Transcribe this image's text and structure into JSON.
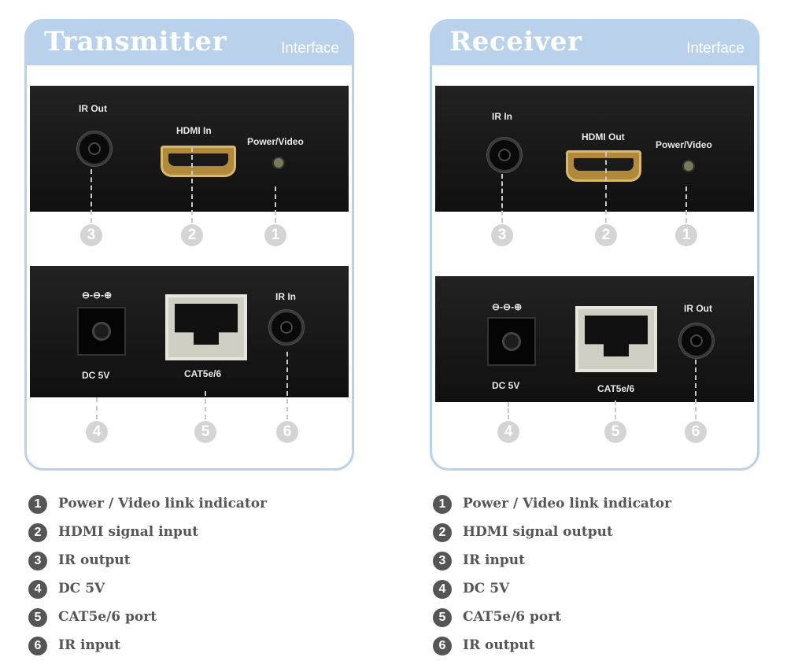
{
  "transmitter": {
    "title": "Transmitter",
    "subtitle": "Interface",
    "top_labels": {
      "ir": "IR Out",
      "hdmi": "HDMI In",
      "led": "Power/Video"
    },
    "bottom_labels": {
      "dc_symbol": "⊖-⊖-⊕",
      "dc": "DC 5V",
      "cat": "CAT5e/6",
      "ir": "IR In"
    },
    "callouts": [
      "3",
      "2",
      "1",
      "4",
      "5",
      "6"
    ],
    "legend": [
      {
        "num": "1",
        "text": "Power / Video link  indicator"
      },
      {
        "num": "2",
        "text": "HDMI signal input"
      },
      {
        "num": "3",
        "text": "IR output"
      },
      {
        "num": "4",
        "text": "DC 5V"
      },
      {
        "num": "5",
        "text": "CAT5e/6 port"
      },
      {
        "num": "6",
        "text": "IR input"
      }
    ]
  },
  "receiver": {
    "title": "Receiver",
    "subtitle": "Interface",
    "top_labels": {
      "ir": "IR In",
      "hdmi": "HDMI Out",
      "led": "Power/Video"
    },
    "bottom_labels": {
      "dc_symbol": "⊖-⊖-⊕",
      "dc": "DC 5V",
      "cat": "CAT5e/6",
      "ir": "IR Out"
    },
    "callouts": [
      "3",
      "2",
      "1",
      "4",
      "5",
      "6"
    ],
    "legend": [
      {
        "num": "1",
        "text": "Power / Video link  indicator"
      },
      {
        "num": "2",
        "text": "HDMI signal output"
      },
      {
        "num": "3",
        "text": "IR input"
      },
      {
        "num": "4",
        "text": "DC 5V"
      },
      {
        "num": "5",
        "text": "CAT5e/6 port"
      },
      {
        "num": "6",
        "text": "IR output"
      }
    ]
  }
}
